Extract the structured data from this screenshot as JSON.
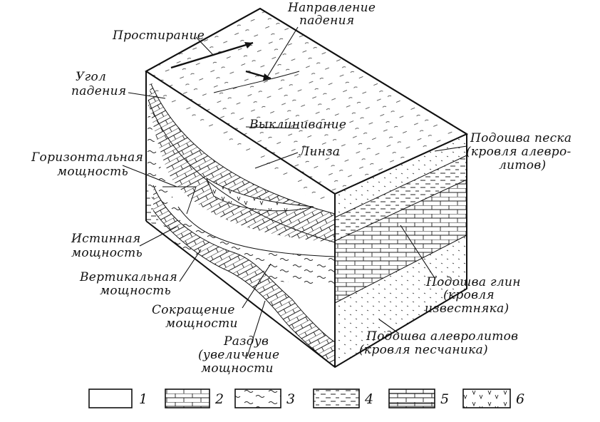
{
  "labels": {
    "strike": "Простирание",
    "dip_direction_1": "Направление",
    "dip_direction_2": "падения",
    "dip_angle_1": "Угол",
    "dip_angle_2": "падения",
    "pinch_out": "Выклинивание",
    "lens": "Линза",
    "horizontal_thickness_1": "Горизонтальная",
    "horizontal_thickness_2": "мощность",
    "true_thickness_1": "Истинная",
    "true_thickness_2": "мощность",
    "vertical_thickness_1": "Вертикальная",
    "vertical_thickness_2": "мощность",
    "thinning_1": "Сокращение",
    "thinning_2": "мощности",
    "swelling_1": "Раздув",
    "swelling_2": "(увеличение",
    "swelling_3": "мощности",
    "sand_base_1": "Подошва песка",
    "sand_base_2": "(кровля алевро-",
    "sand_base_3": "литов)",
    "clay_base_1": "Подошва глин",
    "clay_base_2": "(кровля",
    "clay_base_3": "известняка)",
    "siltstone_base_1": "Подошва алевролитов",
    "siltstone_base_2": "(кровля песчаника)"
  },
  "legend": [
    {
      "number": "1",
      "pattern": "blank"
    },
    {
      "number": "2",
      "pattern": "limestone-bricks"
    },
    {
      "number": "3",
      "pattern": "wavy-clay"
    },
    {
      "number": "4",
      "pattern": "dashed-silt"
    },
    {
      "number": "5",
      "pattern": "bricks-with-lines"
    },
    {
      "number": "6",
      "pattern": "v-marks"
    }
  ],
  "colors": {
    "ink": "#111111",
    "paper": "#ffffff"
  }
}
